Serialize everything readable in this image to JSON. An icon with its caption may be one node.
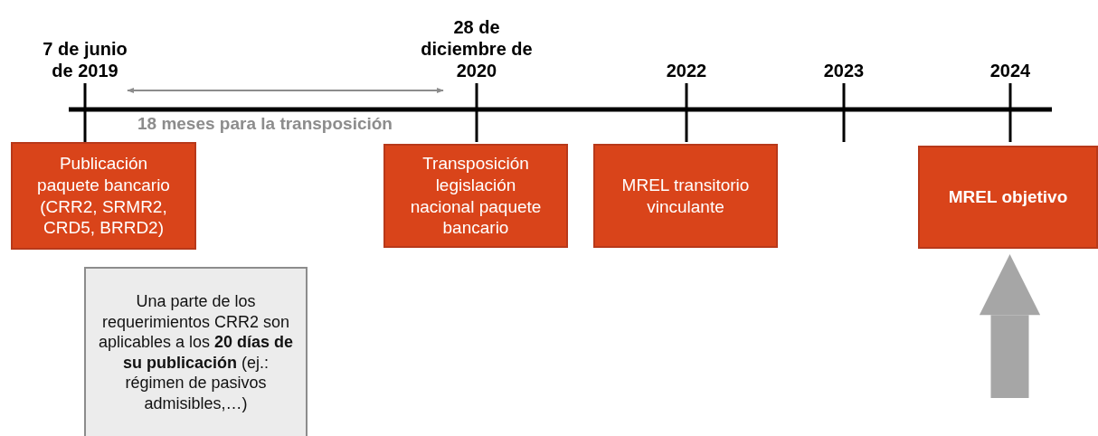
{
  "diagram": {
    "nodes": [
      {
        "text": [
          "Publicación paquete bancario (CRR2, SRMR2, CRD5, BRRD2)"
        ]
      },
      {
        "text": [
          "Transposición legislación nacional paquete bancario"
        ]
      },
      {
        "text": [
          "MREL transitorio vinculante"
        ]
      },
      {
        "text": [
          "MREL objetivo"
        ]
      },
      {
        "text": [
          "Una parte de los requerimientos CRR2 son aplicables a los **20 días de su publicación** (ej.: régimen de  pasivos admisibles,…)"
        ]
      }
    ],
    "edges": [
      {
        "from": null,
        "to": 3,
        "arrow": "to"
      }
    ],
    "labels": [
      "7 de junio de 2019",
      "28 de diciembre de 2020",
      "2022",
      "2023",
      "2024",
      "18 meses para la transposición"
    ]
  }
}
